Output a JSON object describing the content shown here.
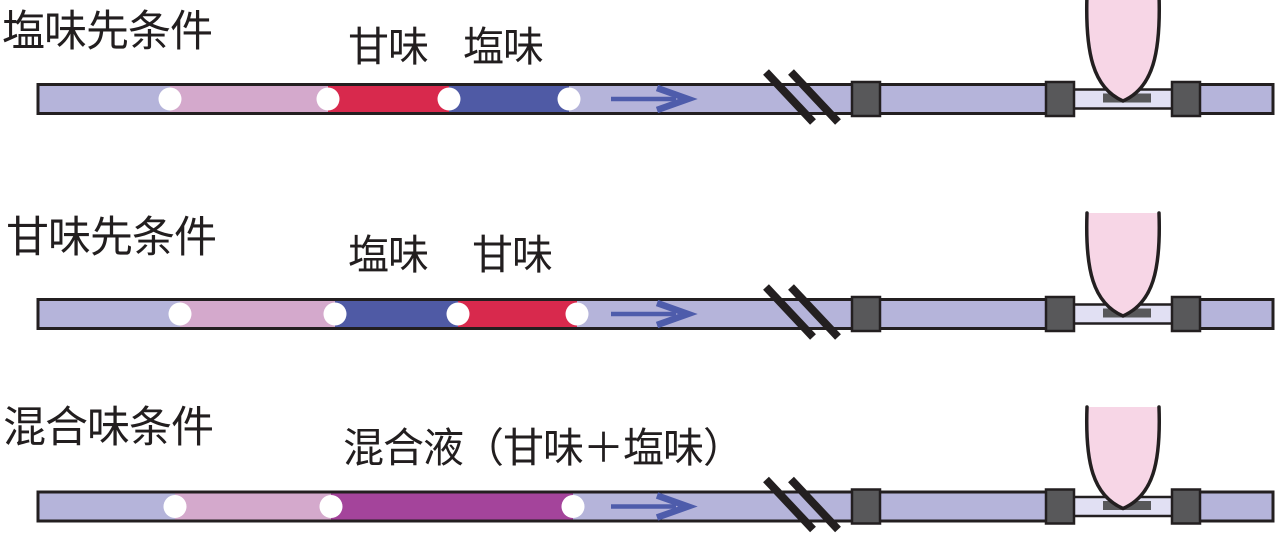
{
  "colors": {
    "tube_fill": "#b5b4da",
    "pink": "#d4a9cc",
    "red": "#d8294d",
    "blue": "#4f5aa5",
    "purple": "#a4449b",
    "thin_tube_fill": "#e1e0f3",
    "dot": "#ffffff",
    "clamp_fill": "#58585a",
    "tongue_fill": "#f7d6e6",
    "arrow": "#4e5cab",
    "outline": "#231f20",
    "text": "#221e1f"
  },
  "rows": [
    {
      "condition_label": "塩味先条件",
      "tube_labels": [
        "甘味",
        "塩味"
      ],
      "segments": [
        {
          "color": "pink",
          "from": 170,
          "to": 328
        },
        {
          "color": "red",
          "from": 328,
          "to": 449
        },
        {
          "color": "blue",
          "from": 449,
          "to": 569
        }
      ],
      "dots": [
        170,
        328,
        449,
        569
      ]
    },
    {
      "condition_label": "甘味先条件",
      "tube_labels": [
        "塩味",
        "甘味"
      ],
      "segments": [
        {
          "color": "pink",
          "from": 180,
          "to": 335
        },
        {
          "color": "blue",
          "from": 335,
          "to": 458
        },
        {
          "color": "red",
          "from": 458,
          "to": 577
        }
      ],
      "dots": [
        180,
        335,
        458,
        577
      ]
    },
    {
      "condition_label": "混合味条件",
      "tube_labels": [
        "混合液（甘味＋塩味）"
      ],
      "segments": [
        {
          "color": "pink",
          "from": 175,
          "to": 331
        },
        {
          "color": "purple",
          "from": 331,
          "to": 573
        }
      ],
      "dots": [
        175,
        331,
        573
      ]
    }
  ]
}
